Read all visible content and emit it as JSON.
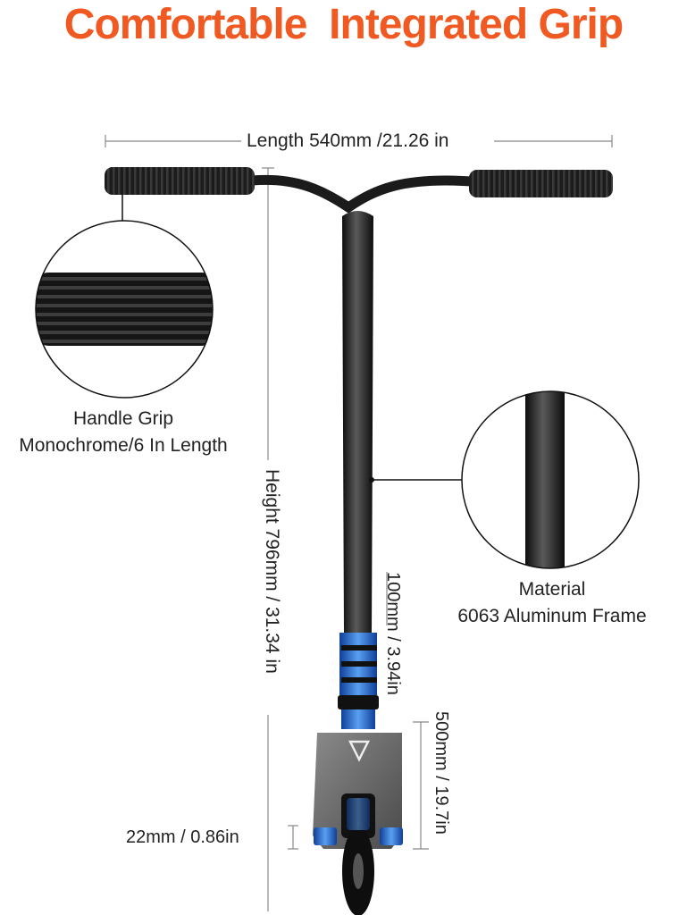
{
  "title": {
    "part1": "Comfortable",
    "part2": "Integrated Grip",
    "color": "#f05a22"
  },
  "dimensions": {
    "length": "Length 540mm /21.26 in",
    "height": "Height 796mm / 31.34 in",
    "stem": "100mm / 3.94in",
    "deck": "500mm / 19.7in",
    "width": "22mm / 0.86in"
  },
  "callouts": {
    "grip": {
      "line1": "Handle Grip",
      "line2": "Monochrome/6 In Length"
    },
    "frame": {
      "line1": "Material",
      "line2": "6063 Aluminum Frame"
    }
  },
  "colors": {
    "accent_blue": "#2a66c8",
    "frame_black": "#1a1a1a"
  }
}
